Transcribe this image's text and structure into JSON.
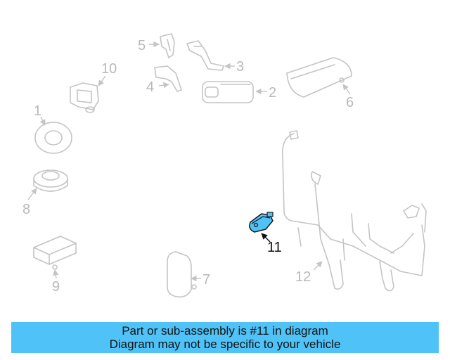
{
  "callouts": {
    "c1": "1",
    "c2": "2",
    "c3": "3",
    "c4": "4",
    "c5": "5",
    "c6": "6",
    "c7": "7",
    "c8": "8",
    "c9": "9",
    "c10": "10",
    "c11": "11",
    "c12": "12"
  },
  "highlighted_part": "11",
  "colors": {
    "highlight": "#4fc3f7",
    "banner": "#4fc3f7",
    "part_outline": "#c4c4c4"
  },
  "banner": {
    "line1": "Part or sub-assembly is #11 in diagram",
    "line2": "Diagram may not be specific to your vehicle"
  }
}
